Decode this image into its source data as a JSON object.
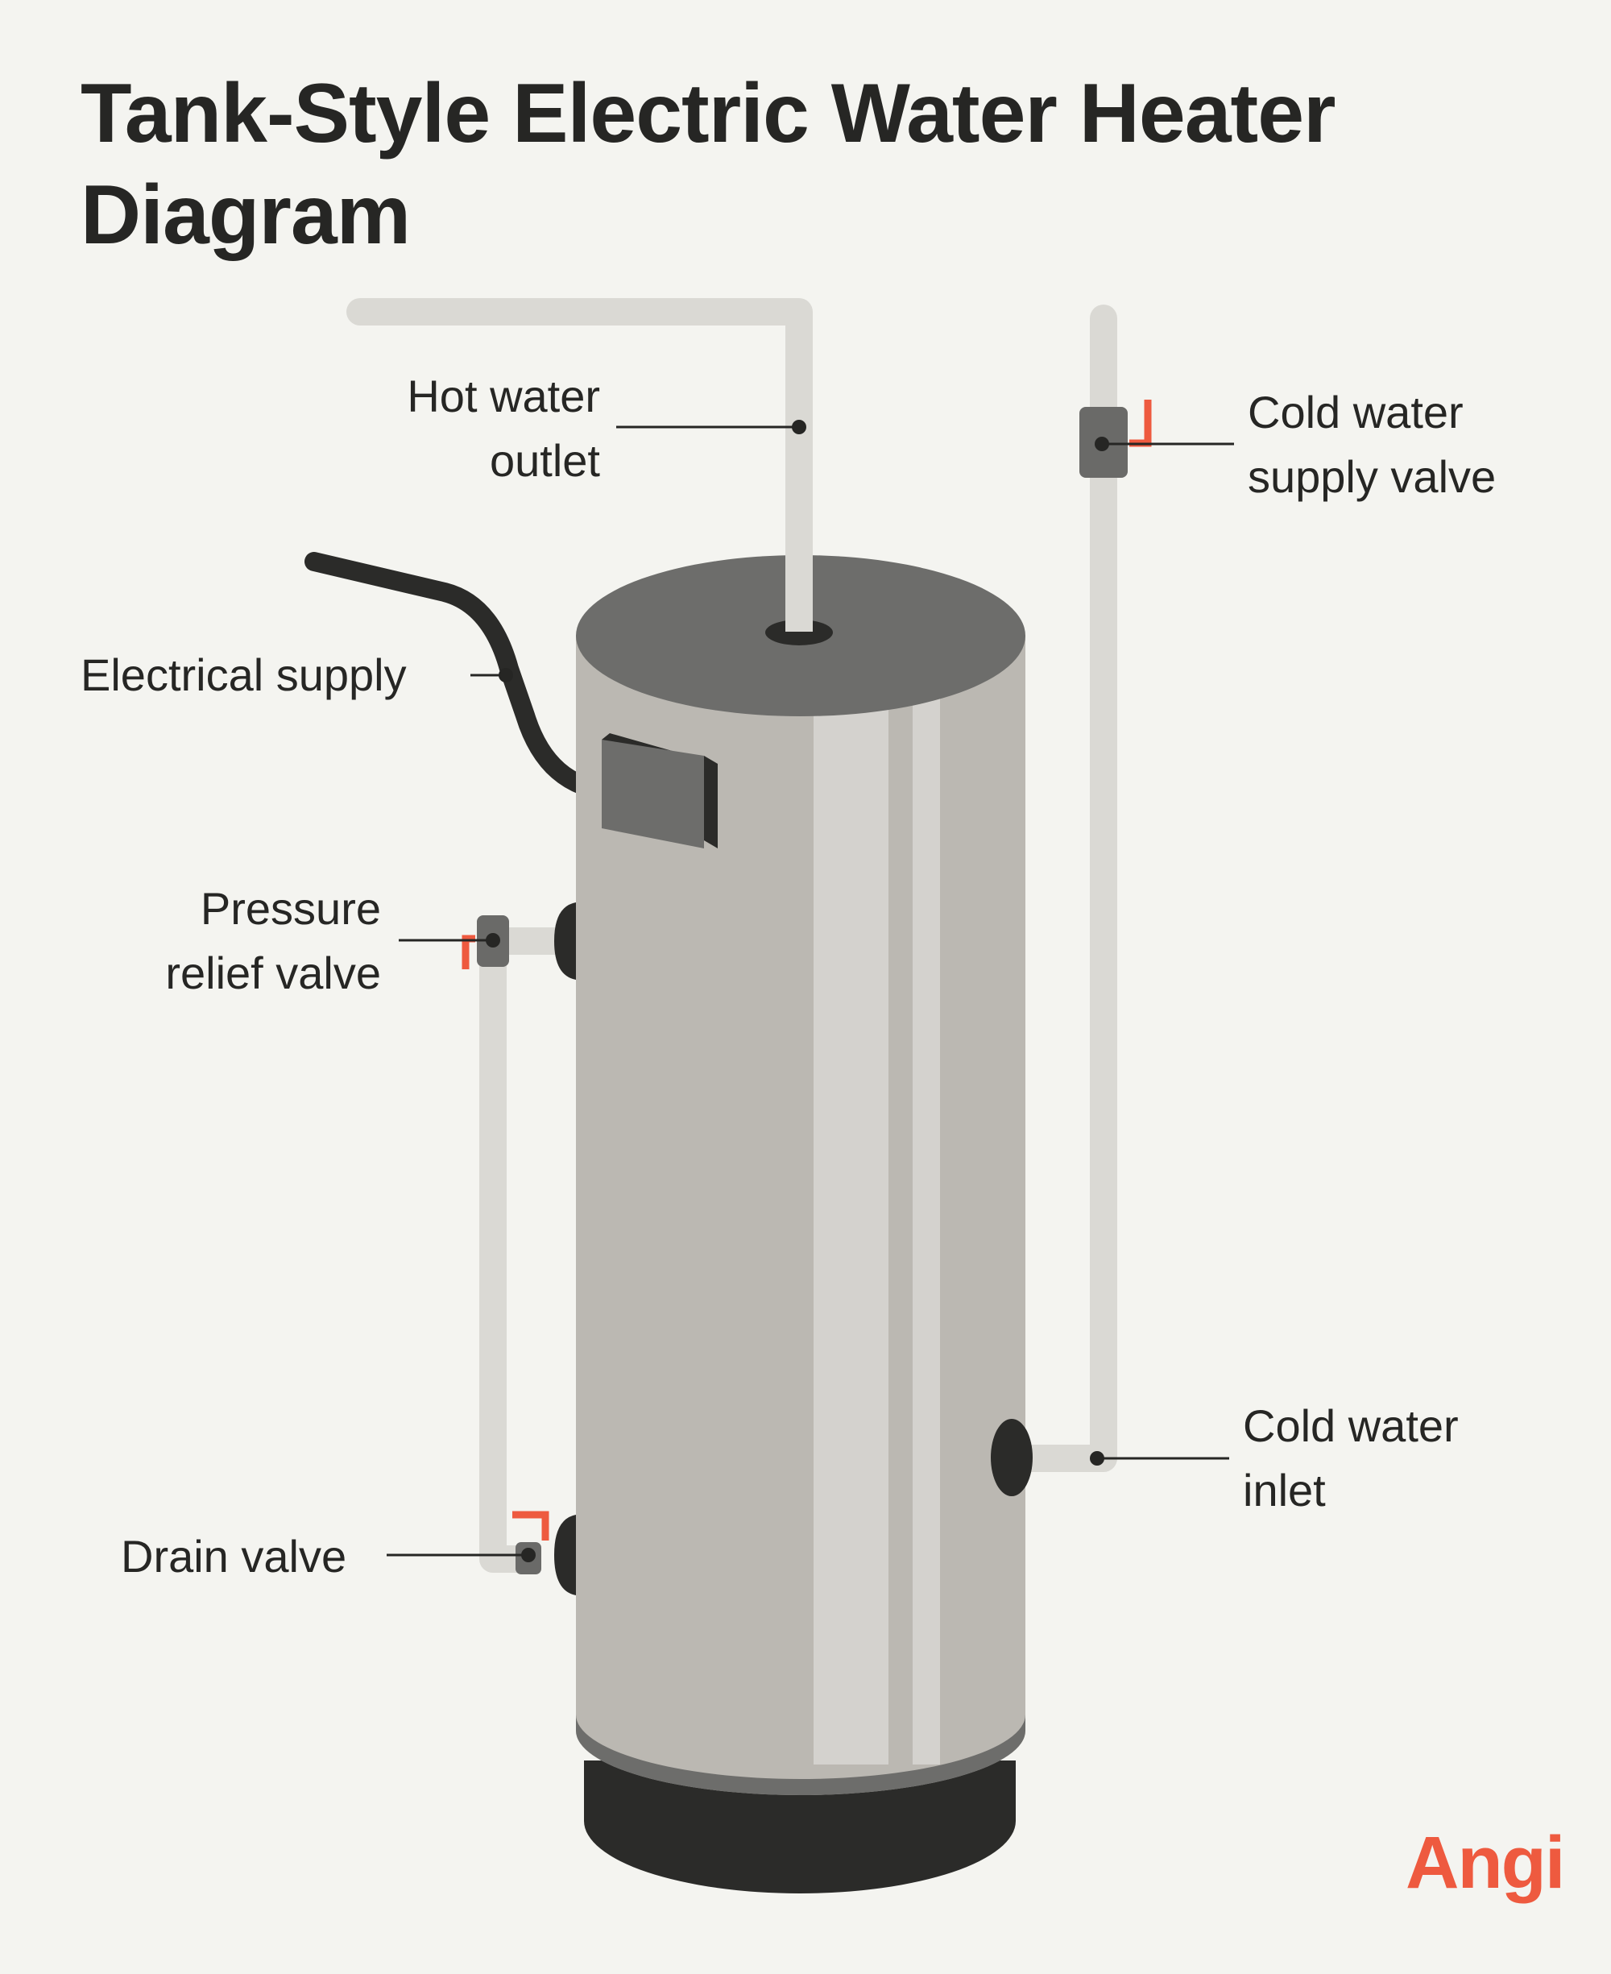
{
  "title": {
    "line1": "Tank-Style Electric Water Heater",
    "line2": "Diagram"
  },
  "labels": {
    "hot_water_outlet": {
      "line1": "Hot water",
      "line2": "outlet"
    },
    "electrical_supply": "Electrical supply",
    "pressure_relief_valve": {
      "line1": "Pressure",
      "line2": "relief valve"
    },
    "drain_valve": "Drain valve",
    "cold_water_supply_valve": {
      "line1": "Cold water",
      "line2": "supply valve"
    },
    "cold_water_inlet": {
      "line1": "Cold water",
      "line2": "inlet"
    }
  },
  "brand": "Angi",
  "colors": {
    "background": "#f4f4f0",
    "tank_body": "#bbb8b2",
    "tank_highlight": "#d4d2ce",
    "tank_top": "#6d6d6b",
    "base": "#2b2b29",
    "pipe": "#dad9d4",
    "valve": "#6a6a68",
    "valve_handle": "#ee5a3f",
    "text": "#262624",
    "brand": "#ee5a3f"
  }
}
